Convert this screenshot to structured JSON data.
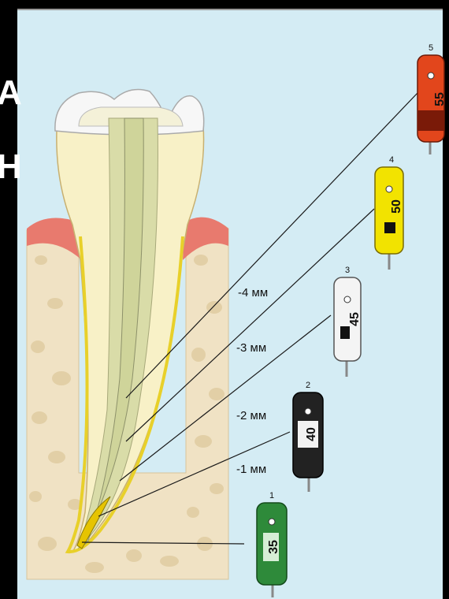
{
  "side_letters": [
    "А",
    "Н"
  ],
  "depth_labels": [
    "-4 мм",
    "-3 мм",
    "-2 мм",
    "-1 мм"
  ],
  "instruments": [
    {
      "number": "1",
      "size": "35",
      "color": "#2e8a3a"
    },
    {
      "number": "2",
      "size": "40",
      "color": "#222222"
    },
    {
      "number": "3",
      "size": "45",
      "color": "#f4f4f4"
    },
    {
      "number": "4",
      "size": "50",
      "color": "#f2e300"
    },
    {
      "number": "5",
      "size": "55",
      "color": "#e2461c"
    }
  ],
  "colors": {
    "background": "#d4ecf4",
    "bone": "#f0e2c4",
    "gum": "#e87a6e",
    "dentin": "#f8f1c7",
    "enamel": "#f7f7f7",
    "canal": "#d9dca8",
    "file_fill": "#e6c400"
  }
}
